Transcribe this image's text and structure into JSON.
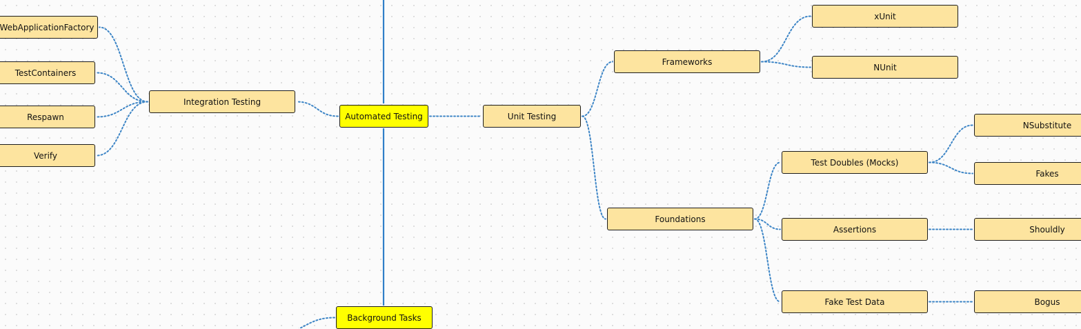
{
  "colors": {
    "node_fill": "#fde49f",
    "main_fill": "#ffff00",
    "node_border": "#1c1c1c",
    "link": "#3d85c6",
    "background": "#fbfbfb"
  },
  "nodes": [
    {
      "id": "automated-testing",
      "label": "Automated Testing",
      "main": true
    },
    {
      "id": "background-tasks",
      "label": "Background Tasks",
      "main": true
    },
    {
      "id": "integration-testing",
      "label": "Integration Testing"
    },
    {
      "id": "web-application-factory",
      "label": "WebApplicationFactory"
    },
    {
      "id": "testcontainers",
      "label": "TestContainers"
    },
    {
      "id": "respawn",
      "label": "Respawn"
    },
    {
      "id": "verify",
      "label": "Verify"
    },
    {
      "id": "unit-testing",
      "label": "Unit Testing"
    },
    {
      "id": "frameworks",
      "label": "Frameworks"
    },
    {
      "id": "xunit",
      "label": "xUnit"
    },
    {
      "id": "nunit",
      "label": "NUnit"
    },
    {
      "id": "foundations",
      "label": "Foundations"
    },
    {
      "id": "test-doubles",
      "label": "Test Doubles (Mocks)"
    },
    {
      "id": "nsubstitute",
      "label": "NSubstitute"
    },
    {
      "id": "fakes",
      "label": "Fakes"
    },
    {
      "id": "assertions",
      "label": "Assertions"
    },
    {
      "id": "shouldly",
      "label": "Shouldly"
    },
    {
      "id": "fake-test-data",
      "label": "Fake Test Data"
    },
    {
      "id": "bogus",
      "label": "Bogus"
    }
  ],
  "links": [
    {
      "from": "automated-testing",
      "to": "integration-testing"
    },
    {
      "from": "integration-testing",
      "to": "web-application-factory"
    },
    {
      "from": "integration-testing",
      "to": "testcontainers"
    },
    {
      "from": "integration-testing",
      "to": "respawn"
    },
    {
      "from": "integration-testing",
      "to": "verify"
    },
    {
      "from": "automated-testing",
      "to": "unit-testing"
    },
    {
      "from": "unit-testing",
      "to": "frameworks"
    },
    {
      "from": "frameworks",
      "to": "xunit"
    },
    {
      "from": "frameworks",
      "to": "nunit"
    },
    {
      "from": "unit-testing",
      "to": "foundations"
    },
    {
      "from": "foundations",
      "to": "test-doubles"
    },
    {
      "from": "test-doubles",
      "to": "nsubstitute"
    },
    {
      "from": "test-doubles",
      "to": "fakes"
    },
    {
      "from": "foundations",
      "to": "assertions"
    },
    {
      "from": "assertions",
      "to": "shouldly"
    },
    {
      "from": "foundations",
      "to": "fake-test-data"
    },
    {
      "from": "fake-test-data",
      "to": "bogus"
    }
  ]
}
